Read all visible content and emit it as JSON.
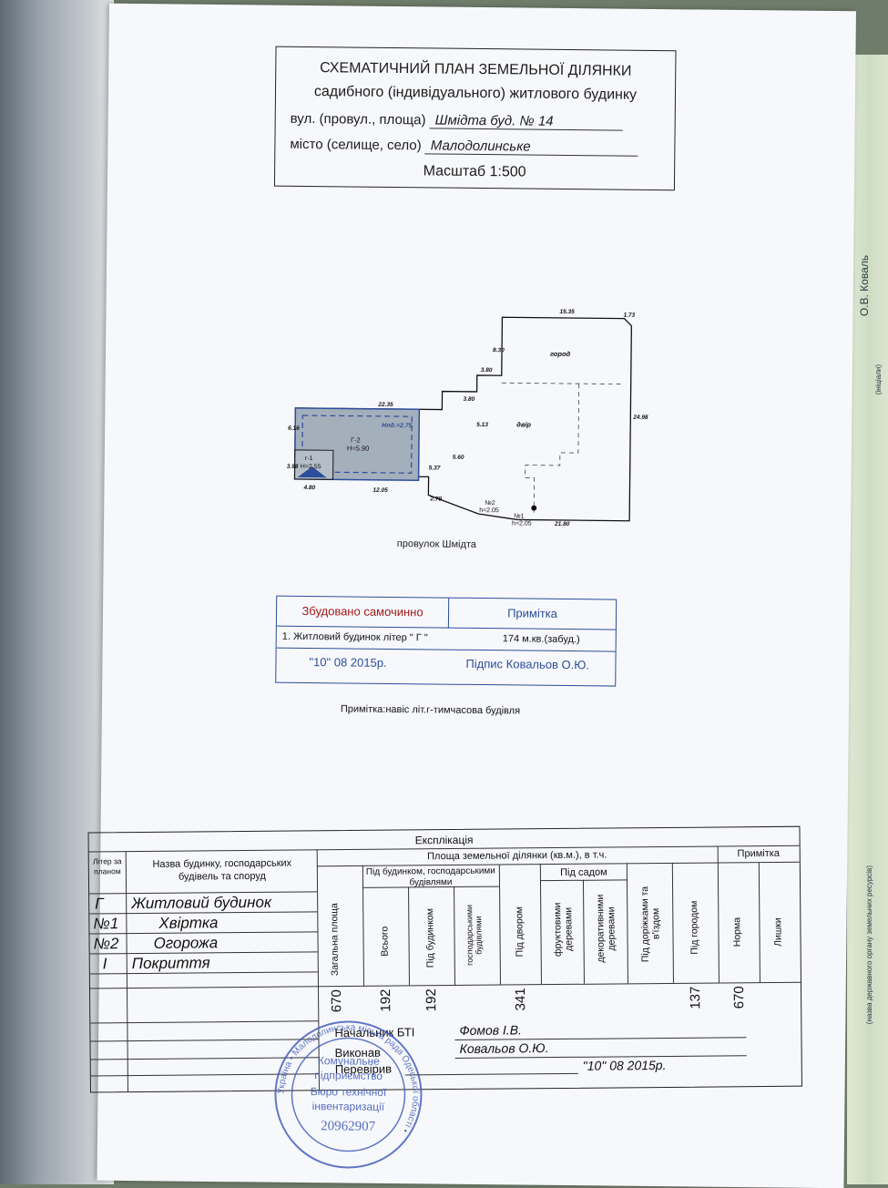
{
  "header": {
    "title": "СХЕМАТИЧНИЙ ПЛАН ЗЕМЕЛЬНОЇ ДІЛЯНКИ",
    "subtitle": "садибного (індивідуального) житлового будинку",
    "street_label": "вул. (провул., площа)",
    "street_value": "Шмідта  буд. № 14",
    "city_label": "місто (селище, село)",
    "city_value": "Малодолинське",
    "scale": "Масштаб 1:500"
  },
  "plan": {
    "dimensions": [
      "15.35",
      "1.73",
      "8.30",
      "3.80",
      "3.80",
      "22.35",
      "6.16",
      "5.13",
      "24.98",
      "5.37",
      "5.60",
      "3.98",
      "4.80",
      "12.05",
      "2.79",
      "21.80"
    ],
    "labels": {
      "garden": "город",
      "yard": "двір",
      "canopy": "Нпд.=2.75",
      "house_name": "Г-2",
      "house_h": "Н=5.90",
      "shed_name": "г-1",
      "shed_h": "Н=2.55",
      "fence_name": "№2",
      "fence_h": "h=2.05",
      "gate_name": "№1",
      "gate_h": "h=2.05"
    },
    "street": "провулок Шмідта"
  },
  "self_built": {
    "col1": "Збудовано самочинно",
    "col2": "Примітка",
    "row_item": "1. Житловий будинок  літер \"  Г  \"",
    "row_value": "174 м.кв.(забуд.)",
    "date": "\"10\"    08     2015р.",
    "sign": "Підпис  Ковальов О.Ю."
  },
  "note": "Примітка:навіс літ.г-тимчасова будівля",
  "explication": {
    "title": "Експлікація",
    "col_liter": "Літер за планом",
    "col_name": "Назва будинку, господарських будівель та споруд",
    "col_area": "Площа земельної ділянки  (кв.м.), в т.ч.",
    "col_note": "Примітка",
    "sub_total": "Загальна площа",
    "sub_under_build": "Під будинком, господарськими будівлями",
    "sub_all": "Всього",
    "sub_house": "Під будинком",
    "sub_farm": "господарськими будівлями",
    "sub_yard": "Під двором",
    "sub_garden": "Під садом",
    "sub_fruit": "фруктовими деревами",
    "sub_decor": "декоративними деревами",
    "sub_roads": "Під доріжками та в'їздом",
    "sub_vegetable": "Під городом",
    "sub_norm": "Норма",
    "sub_excess": "Лишки",
    "rows": [
      {
        "liter": "Г",
        "name": "Житловий будинок"
      },
      {
        "liter": "№1",
        "name": "Хвіртка"
      },
      {
        "liter": "№2",
        "name": "Огорожа"
      },
      {
        "liter": "І",
        "name": "Покриття"
      }
    ],
    "values": {
      "total": "670",
      "all": "192",
      "house": "192",
      "yard": "341",
      "vegetable": "137",
      "norm": "670"
    },
    "chief_label": "Начальник БТІ",
    "chief_name": "Фомов І.В.",
    "executor_label": "Виконав",
    "executor_name": "Ковальов О.Ю.",
    "checked_label": "Перевірив",
    "date": "\"10\"   08   2015р."
  },
  "stamp": {
    "ring_text": "Україна • Малодолинська міська рада Одеської області •",
    "line1": "Комунальне",
    "line2": "підприємство",
    "line3": "Бюро технічної",
    "line4": "інвентаризації",
    "code": "20962907"
  },
  "side_sheet": {
    "name": "О.В. Коваль",
    "small": "(ініціали)",
    "bottom": "(назва державного органу земельних ресурсів)"
  }
}
